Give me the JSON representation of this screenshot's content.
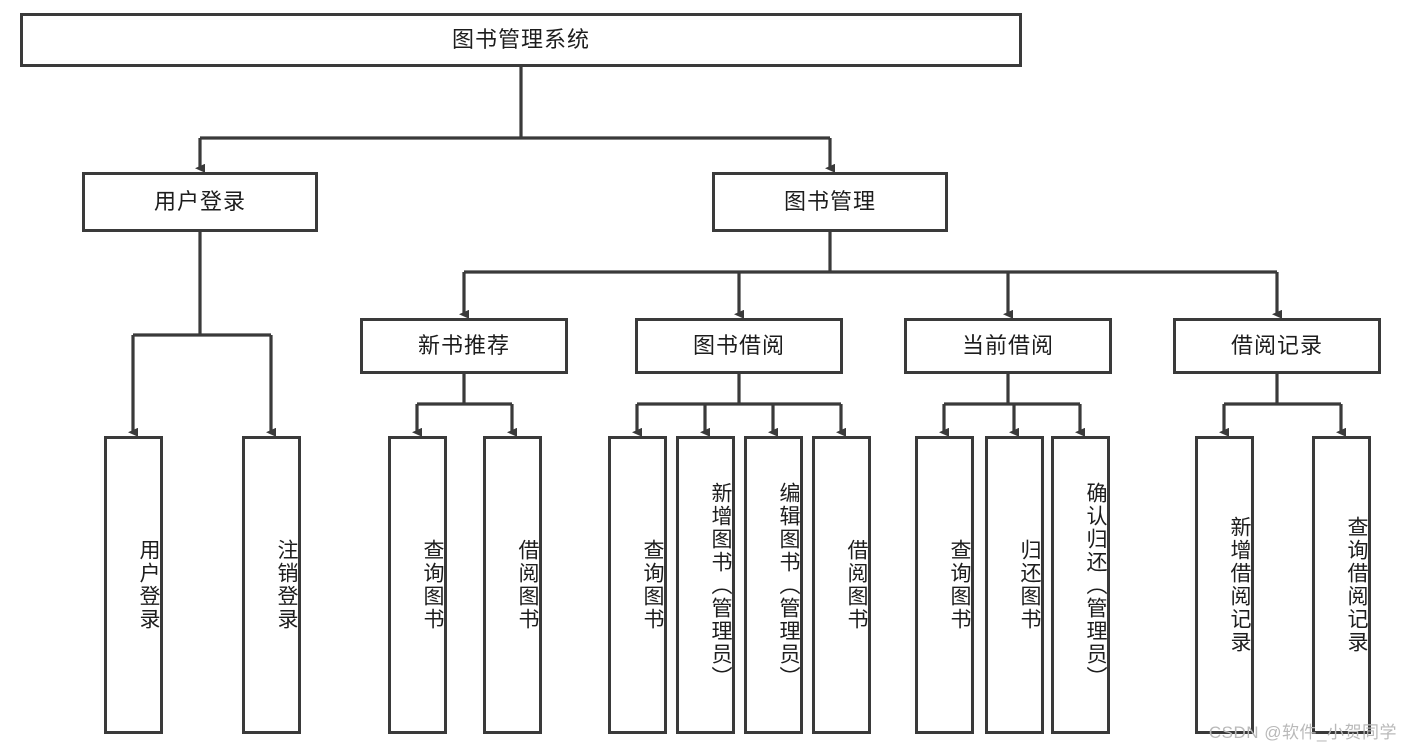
{
  "diagram": {
    "title": "图书管理系统",
    "type": "tree-hierarchy",
    "watermark": "CSDN @软件_小贺同学",
    "colors": {
      "stroke": "#3a3a3a",
      "fill": "#ffffff",
      "text": "#1d1d1d",
      "watermark": "#b9b9b9"
    },
    "levels": {
      "root": {
        "label": "图书管理系统"
      },
      "level2": [
        {
          "id": "user-login",
          "label": "用户登录"
        },
        {
          "id": "book-manage",
          "label": "图书管理"
        }
      ],
      "level3": [
        {
          "id": "new-book-rec",
          "label": "新书推荐"
        },
        {
          "id": "book-borrow",
          "label": "图书借阅"
        },
        {
          "id": "current-borrow",
          "label": "当前借阅"
        },
        {
          "id": "borrow-record",
          "label": "借阅记录"
        }
      ],
      "leaves": {
        "user-login": [
          {
            "id": "leaf-user-login",
            "label": "用户登录"
          },
          {
            "id": "leaf-logout",
            "label": "注销登录"
          }
        ],
        "new-book-rec": [
          {
            "id": "leaf-query-book-1",
            "label": "查询图书"
          },
          {
            "id": "leaf-borrow-book-1",
            "label": "借阅图书"
          }
        ],
        "book-borrow": [
          {
            "id": "leaf-query-book-2",
            "label": "查询图书"
          },
          {
            "id": "leaf-add-book",
            "label": "新增图书（管理员）"
          },
          {
            "id": "leaf-edit-book",
            "label": "编辑图书（管理员）"
          },
          {
            "id": "leaf-borrow-book-2",
            "label": "借阅图书"
          }
        ],
        "current-borrow": [
          {
            "id": "leaf-query-book-3",
            "label": "查询图书"
          },
          {
            "id": "leaf-return-book",
            "label": "归还图书"
          },
          {
            "id": "leaf-confirm-return",
            "label": "确认归还（管理员）"
          }
        ],
        "borrow-record": [
          {
            "id": "leaf-add-record",
            "label": "新增借阅记录"
          },
          {
            "id": "leaf-query-record",
            "label": "查询借阅记录"
          }
        ]
      }
    }
  }
}
